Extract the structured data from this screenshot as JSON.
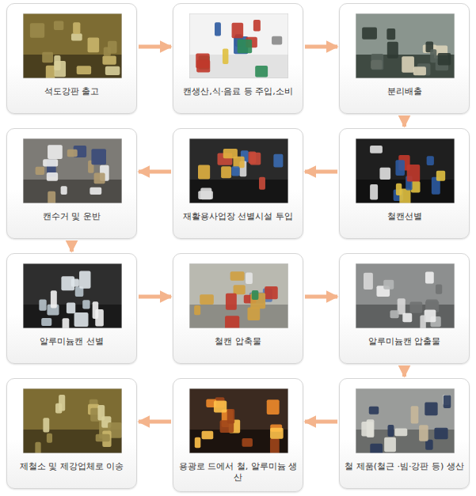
{
  "diagram": {
    "nodes": [
      {
        "text": [
          "석도강판 출고"
        ]
      },
      {
        "text": [
          "캔생산,식·음료 등 주입,소비"
        ]
      },
      {
        "text": [
          "분리배출"
        ]
      },
      {
        "text": [
          "캔수거 및 운반"
        ]
      },
      {
        "text": [
          "재활용사업장 선별시설 투입"
        ]
      },
      {
        "text": [
          "철캔선별"
        ]
      },
      {
        "text": [
          "알루미늄캔 선별"
        ]
      },
      {
        "text": [
          "철캔 압축물"
        ]
      },
      {
        "text": [
          "알루미늄캔 압출물"
        ]
      },
      {
        "text": [
          "제철소 및 제강업체로 이송"
        ]
      },
      {
        "text": [
          "용광로 드에서 철, 알루미늄 생산"
        ]
      },
      {
        "text": [
          "철 제품(철근 ·빔·강판 등) 생산"
        ]
      }
    ],
    "edges": [
      {
        "from": 0,
        "to": 1,
        "arrow": "to"
      },
      {
        "from": 1,
        "to": 2,
        "arrow": "to"
      },
      {
        "from": 2,
        "to": 5,
        "arrow": "to"
      },
      {
        "from": 5,
        "to": 4,
        "arrow": "to"
      },
      {
        "from": 4,
        "to": 3,
        "arrow": "to"
      },
      {
        "from": 3,
        "to": 6,
        "arrow": "to"
      },
      {
        "from": 6,
        "to": 7,
        "arrow": "to"
      },
      {
        "from": 7,
        "to": 8,
        "arrow": "to"
      },
      {
        "from": 8,
        "to": 11,
        "arrow": "to"
      },
      {
        "from": 11,
        "to": 10,
        "arrow": "to"
      },
      {
        "from": 10,
        "to": 9,
        "arrow": "to"
      }
    ]
  }
}
